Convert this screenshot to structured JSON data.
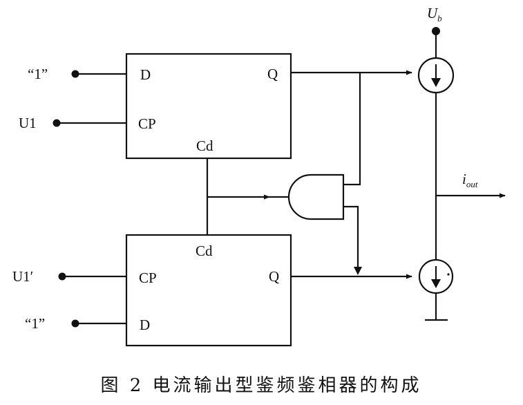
{
  "inputs": {
    "one_top": "“1”",
    "u1": "U1",
    "u1_prime": "U1′",
    "one_bottom": "“1”"
  },
  "flipflop_top": {
    "d": "D",
    "cp": "CP",
    "q": "Q",
    "cd": "Cd"
  },
  "flipflop_bottom": {
    "d": "D",
    "cp": "CP",
    "q": "Q",
    "cd": "Cd"
  },
  "supply": {
    "symbol": "U",
    "subscript": "b"
  },
  "output": {
    "symbol": "i",
    "subscript": "out"
  },
  "caption": "图 2  电流输出型鉴频鉴相器的构成"
}
